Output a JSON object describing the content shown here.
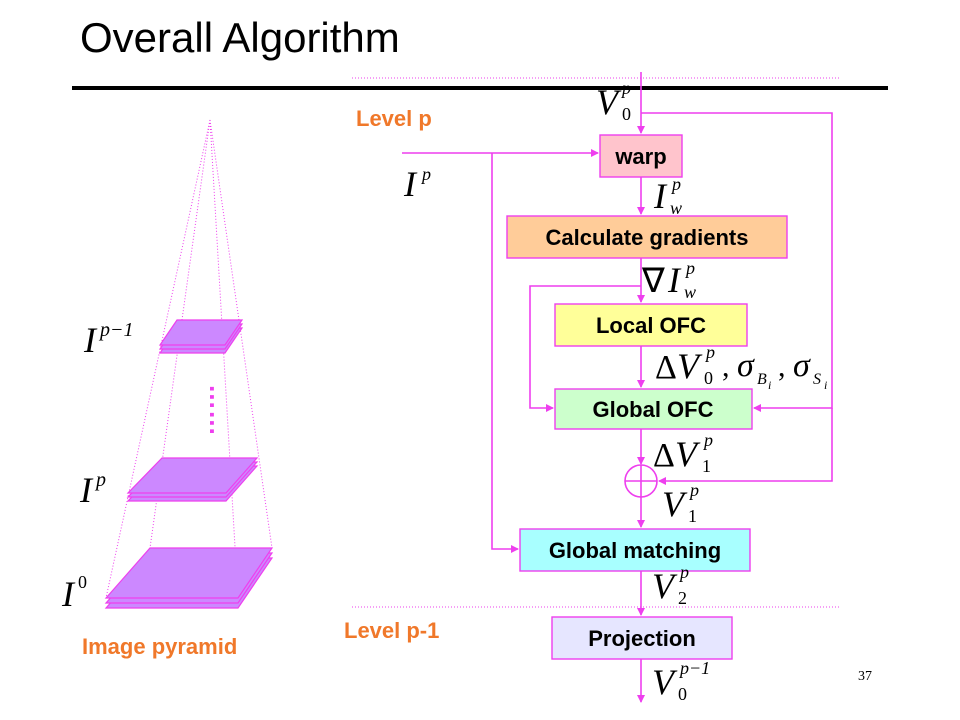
{
  "slide": {
    "title": "Overall Algorithm",
    "page_number": "37"
  },
  "levels": {
    "top": "Level p",
    "bottom": "Level p-1"
  },
  "pyramid": {
    "caption": "Image pyramid",
    "dots": "……",
    "labels": {
      "top": {
        "base": "I",
        "sup": "p−1"
      },
      "mid": {
        "base": "I",
        "sup": "p"
      },
      "bottom": {
        "base": "I",
        "sup": "0"
      }
    }
  },
  "boxes": {
    "warp": "warp",
    "gradients": "Calculate gradients",
    "local_ofc": "Local OFC",
    "global_ofc": "Global OFC",
    "global_matching": "Global matching",
    "projection": "Projection"
  },
  "math": {
    "input_image": {
      "base": "I",
      "sup": "p"
    },
    "v0p": {
      "base": "V",
      "sub": "0",
      "sup": "p"
    },
    "iwp": {
      "base": "I",
      "sub": "w",
      "sup": "p"
    },
    "grad_iwp": {
      "nabla": "∇",
      "base": "I",
      "sub": "w",
      "sup": "p"
    },
    "local_out": {
      "delta": "Δ",
      "base": "V",
      "sub": "0",
      "sup": "p",
      "sep": ",",
      "sigma": "σ",
      "sub_b": "B",
      "sub_s": "S",
      "sub_i": "i"
    },
    "dv1p": {
      "delta": "Δ",
      "base": "V",
      "sub": "1",
      "sup": "p"
    },
    "v1p": {
      "base": "V",
      "sub": "1",
      "sup": "p"
    },
    "v2p": {
      "base": "V",
      "sub": "2",
      "sup": "p"
    },
    "v0pm1": {
      "base": "V",
      "sub": "0",
      "sup": "p−1"
    }
  },
  "colors": {
    "accent": "#ee3fee",
    "label_orange": "#f0782a",
    "divider": "#000000",
    "warp_fill": "#ffc4cc",
    "gradients_fill": "#ffcc99",
    "local_ofc_fill": "#ffff99",
    "global_ofc_fill": "#ccffcc",
    "matching_fill": "#a8ffff",
    "projection_fill": "#e6e6ff",
    "layer_fill": "#cc88ff"
  }
}
